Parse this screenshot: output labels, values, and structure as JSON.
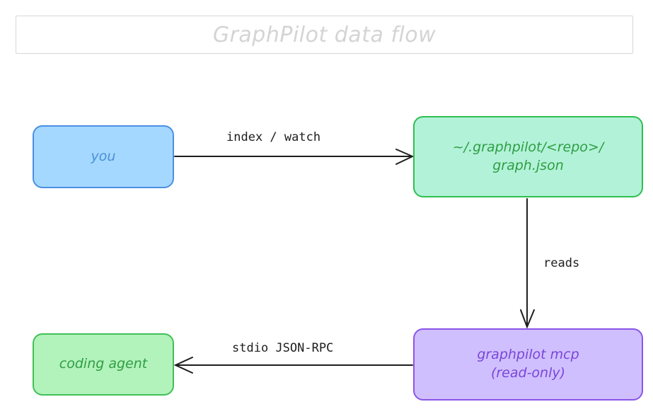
{
  "title": "GraphPilot data flow",
  "nodes": {
    "you": {
      "label": "you"
    },
    "graph": {
      "line1": "~/.graphpilot/<repo>/",
      "line2": "graph.json"
    },
    "mcp": {
      "line1": "graphpilot mcp",
      "line2": "(read-only)"
    },
    "agent": {
      "label": "coding agent"
    }
  },
  "edges": {
    "index": "index / watch",
    "reads": "reads",
    "stdio": "stdio JSON-RPC"
  }
}
